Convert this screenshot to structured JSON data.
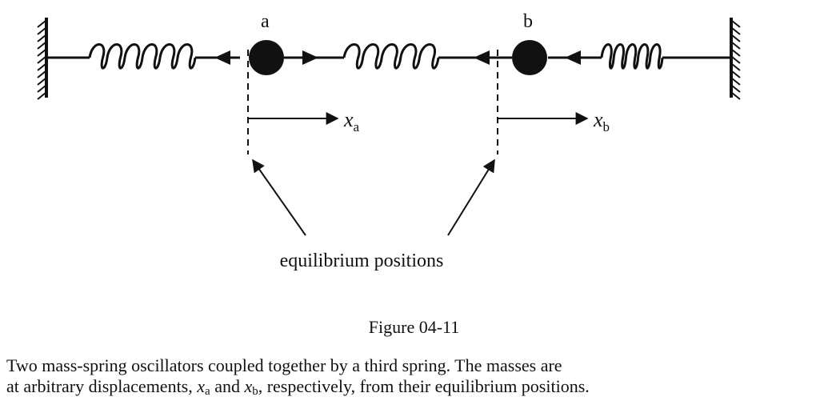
{
  "diagram": {
    "mass_a_label": "a",
    "mass_b_label": "b",
    "x_a_var": "x",
    "x_a_sub": "a",
    "x_b_var": "x",
    "x_b_sub": "b",
    "equilibrium_label": "equilibrium positions"
  },
  "caption": {
    "title": "Figure 04-11",
    "line1": "Two mass-spring oscillators coupled together by a third spring. The masses are",
    "line2_pre": "at arbitrary displacements, ",
    "xa_var": "x",
    "xa_sub": "a",
    "line2_mid": " and ",
    "xb_var": "x",
    "xb_sub": "b",
    "line2_post": ", respectively, from their equilibrium positions."
  }
}
